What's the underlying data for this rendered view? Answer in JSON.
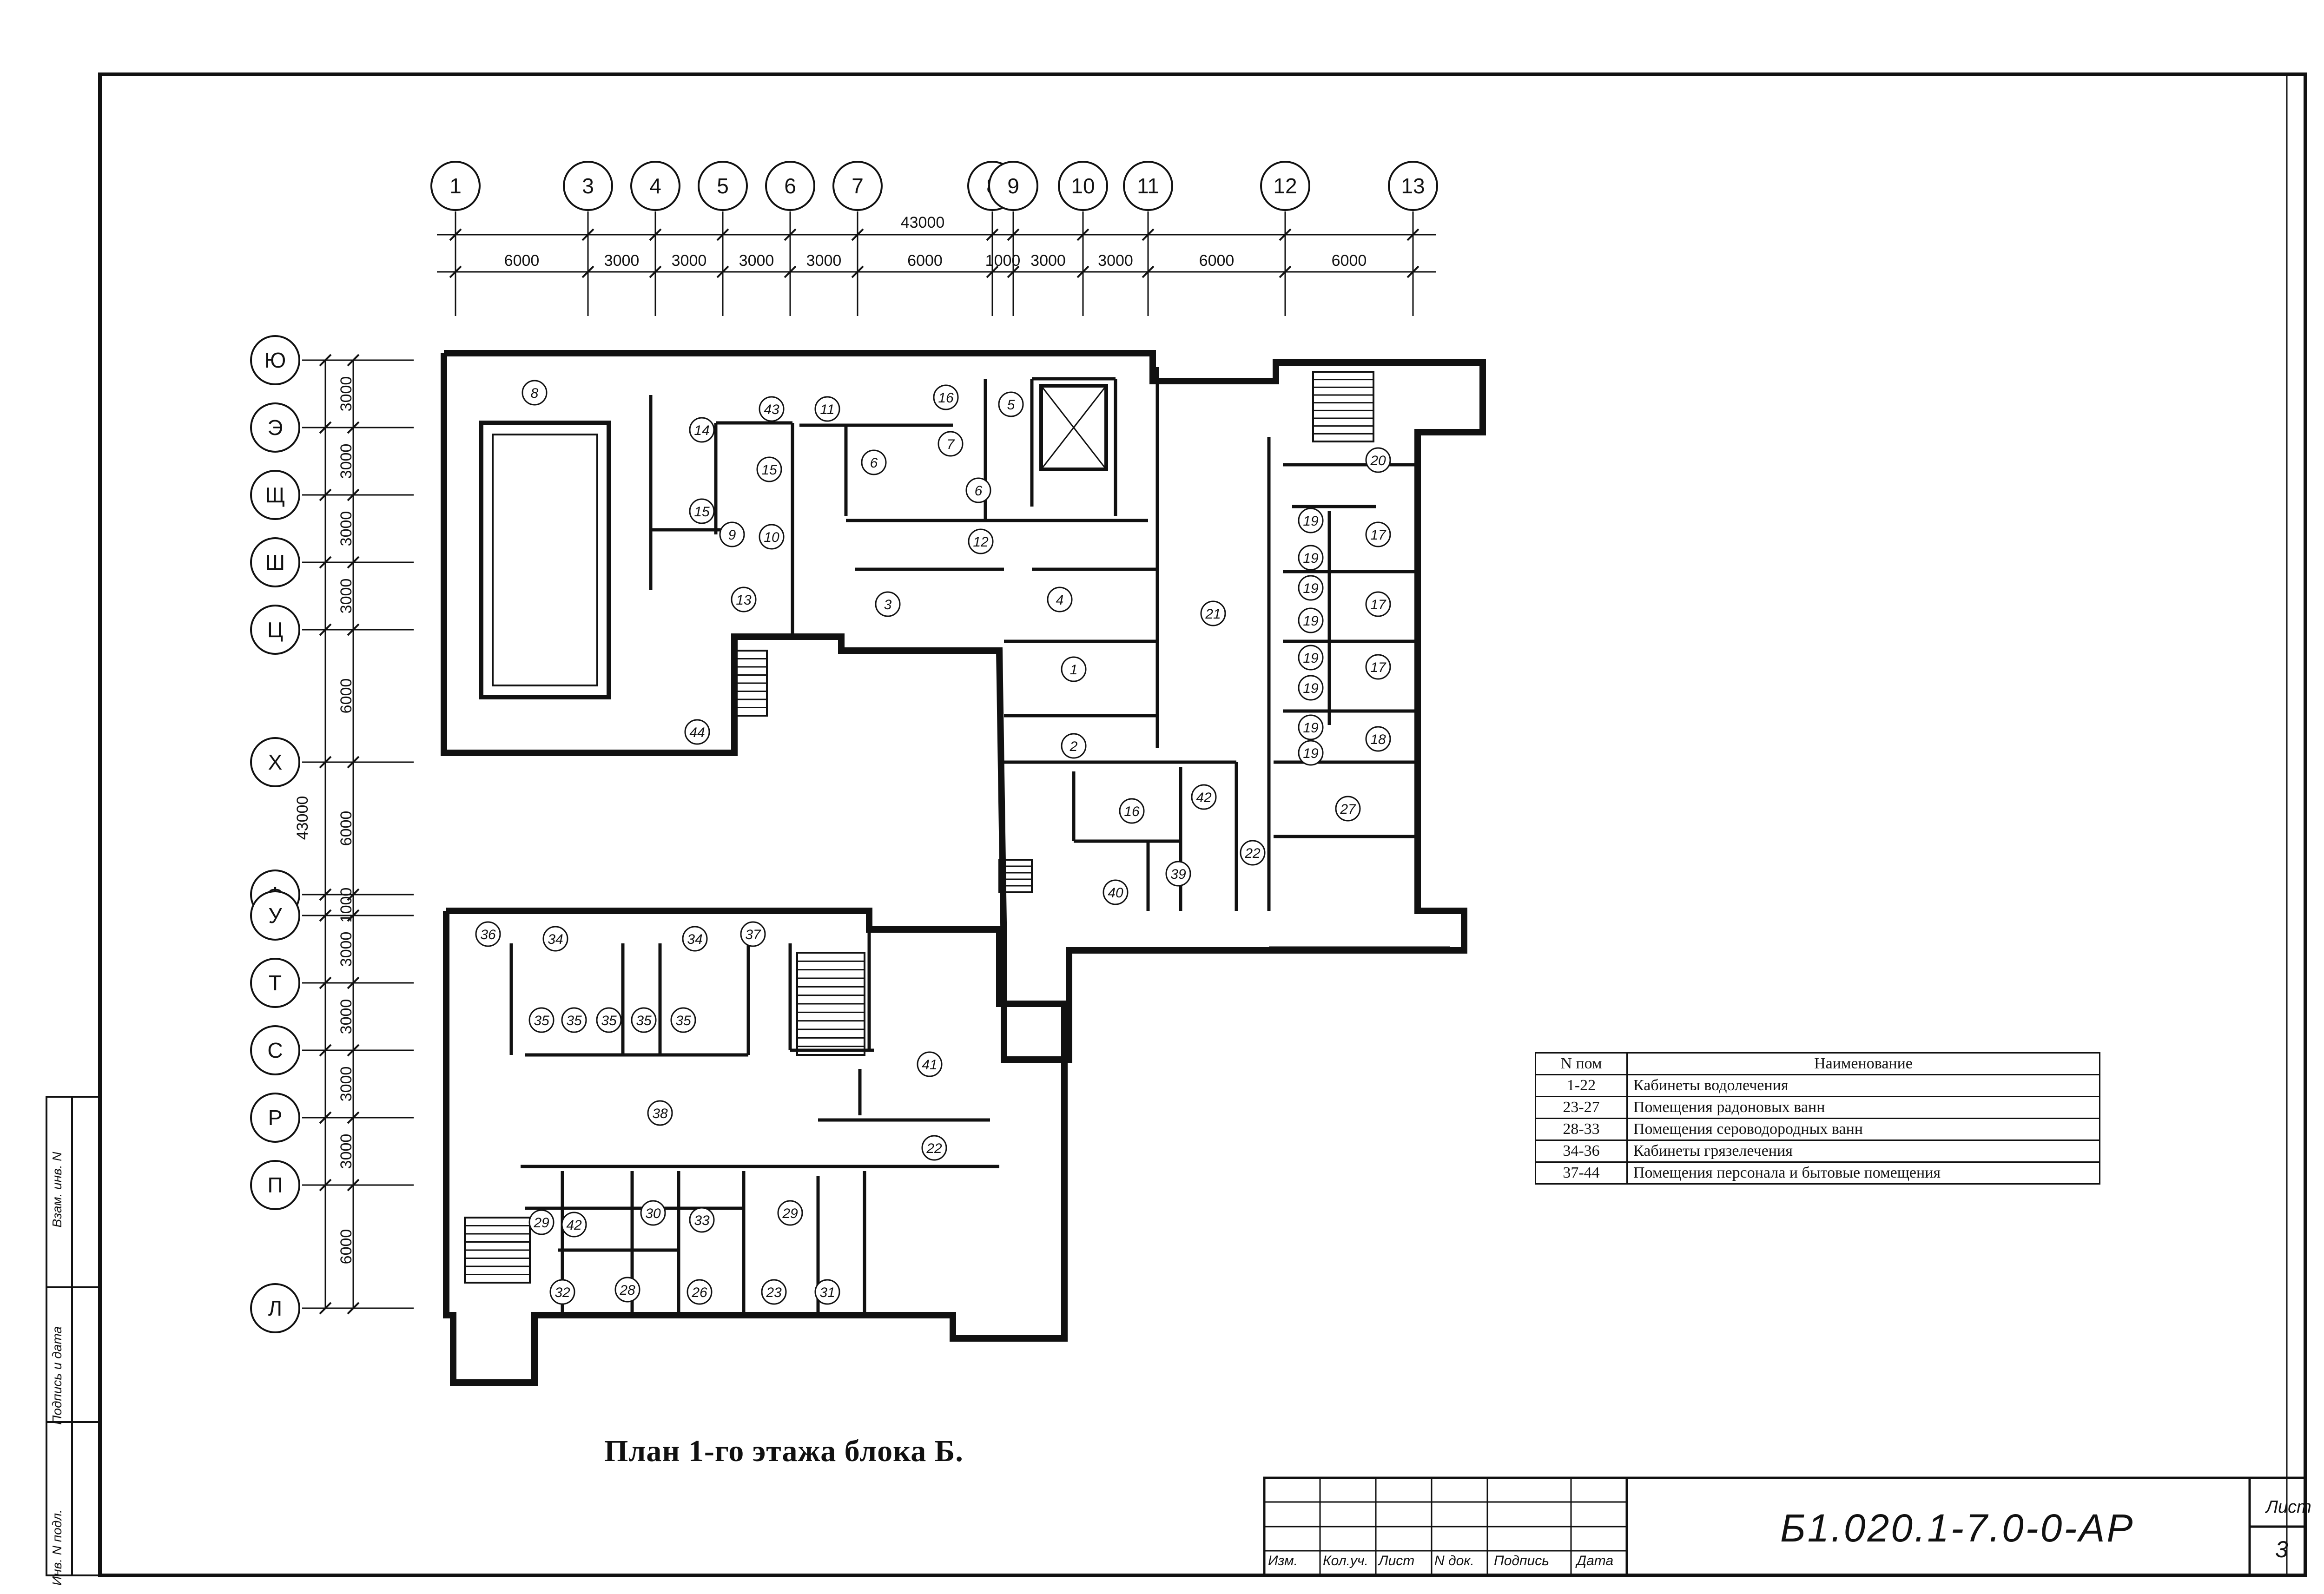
{
  "drawing": {
    "caption": "План 1-го этажа блока Б.",
    "total_width_label": "43000",
    "total_height_label": "43000"
  },
  "axes_columns": {
    "labels": [
      "1",
      "3",
      "4",
      "5",
      "6",
      "7",
      "8",
      "9",
      "10",
      "11",
      "12",
      "13"
    ],
    "spans": [
      "6000",
      "3000",
      "3000",
      "3000",
      "3000",
      "6000",
      "1000",
      "3000",
      "3000",
      "6000",
      "6000"
    ]
  },
  "axes_rows": {
    "labels": [
      "Ю",
      "Э",
      "Щ",
      "Ш",
      "Ц",
      "Х",
      "Ф",
      "У",
      "Т",
      "С",
      "Р",
      "П",
      "Л"
    ],
    "spans": [
      "3000",
      "3000",
      "3000",
      "3000",
      "6000",
      "6000",
      "1000",
      "3000",
      "3000",
      "3000",
      "3000",
      "6000"
    ]
  },
  "room_tags": [
    "8",
    "43",
    "11",
    "16",
    "5",
    "14",
    "15",
    "6",
    "7",
    "6",
    "15",
    "9",
    "10",
    "12",
    "13",
    "3",
    "4",
    "1",
    "2",
    "21",
    "44",
    "20",
    "19",
    "17",
    "19",
    "19",
    "17",
    "19",
    "19",
    "17",
    "19",
    "19",
    "18",
    "19",
    "27",
    "42",
    "16",
    "22",
    "39",
    "40",
    "36",
    "34",
    "34",
    "37",
    "35",
    "35",
    "35",
    "35",
    "35",
    "41",
    "38",
    "22",
    "29",
    "42",
    "30",
    "33",
    "29",
    "32",
    "28",
    "26",
    "23",
    "31"
  ],
  "legend": {
    "header_num": "N пом",
    "header_name": "Наименование",
    "rows": [
      {
        "num": "1-22",
        "name": "Кабинеты водолечения"
      },
      {
        "num": "23-27",
        "name": "Помещения радоновых ванн"
      },
      {
        "num": "28-33",
        "name": "Помещения сероводородных ванн"
      },
      {
        "num": "34-36",
        "name": "Кабинеты грязелечения"
      },
      {
        "num": "37-44",
        "name": "Помещения персонала и бытовые помещения"
      }
    ]
  },
  "title_block": {
    "document_code": "Б1.020.1-7.0-0-АР",
    "sheet_label": "Лист",
    "sheet_number": "3",
    "column_headers": [
      "Изм.",
      "Кол.уч.",
      "Лист",
      "N док.",
      "Подпись",
      "Дата"
    ]
  },
  "side_stamp": {
    "labels": [
      "Инв. N подл.",
      "Подпись и дата",
      "Взам. инв. N"
    ]
  }
}
